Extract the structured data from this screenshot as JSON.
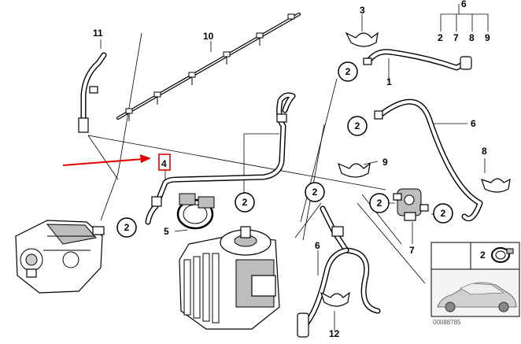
{
  "callouts": {
    "p1": "1",
    "p2": "2",
    "p3": "3",
    "p4": "4",
    "p5": "5",
    "p6": "6",
    "p7": "7",
    "p8": "8",
    "p9": "9",
    "p10": "10",
    "p11": "11",
    "p12": "12"
  },
  "group6_children": [
    "2",
    "7",
    "8",
    "9"
  ],
  "inset": {
    "label": "2",
    "image_code": "00088785"
  },
  "highlight": {
    "part": "4",
    "color": "#e00000"
  },
  "colors": {
    "line": "#000000",
    "arrow": "#e00000",
    "inset_bg": "#f4f4f4"
  }
}
